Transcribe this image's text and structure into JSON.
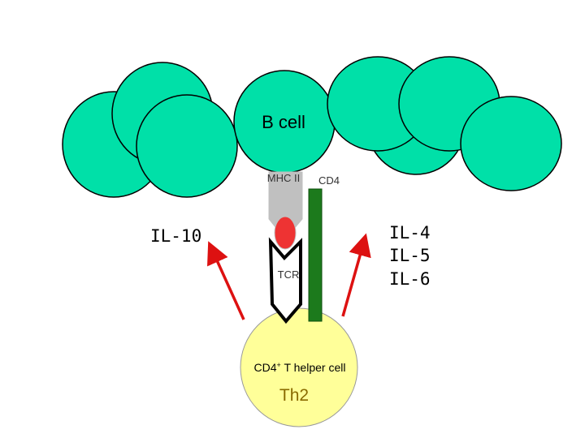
{
  "labels": {
    "b_cell": "B cell",
    "mhc": "MHC II",
    "cd4": "CD4",
    "tcr": "TCR",
    "t_cell_prefix": "CD4",
    "t_cell_sup": "+",
    "t_cell_suffix": " T helper cell",
    "th2": "Th2",
    "il10": "IL-10",
    "il4": "IL-4",
    "il5": "IL-5",
    "il6": "IL-6"
  },
  "colors": {
    "b_cell_fill": "#00e0a8",
    "t_cell_fill": "#ffff99",
    "mhc_fill": "#c0c0c0",
    "antigen_fill": "#ee3333",
    "cd4_fill": "#1c7a1c",
    "arrow": "#dd1111",
    "th2_text": "#8a6a00"
  }
}
